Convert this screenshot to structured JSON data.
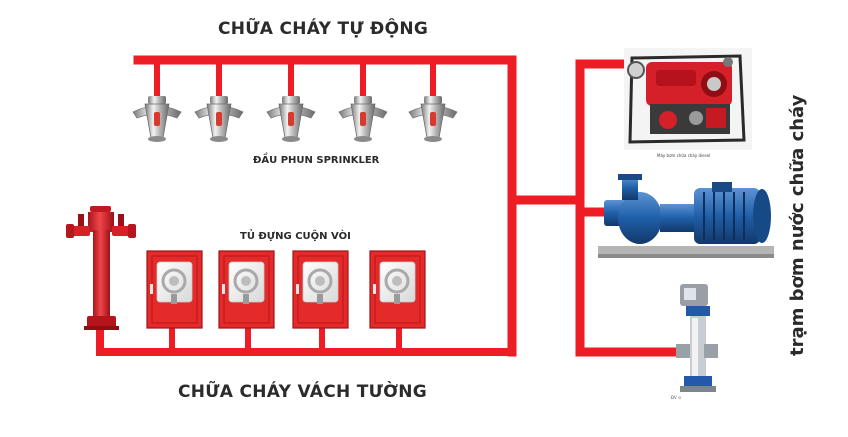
{
  "colors": {
    "pipe": "#ee1c25",
    "cabinet": "#e52a2a",
    "label_text": "#2b2b2b",
    "motor_blue": "#1f5fa8"
  },
  "labels": {
    "automatic_fire": "CHỮA CHÁY TỰ ĐỘNG",
    "sprinkler_heads": "ĐẦU PHUN SPRINKLER",
    "hose_cabinets": "TỦ ĐỰNG CUỘN VÒI",
    "wall_fire": "CHỮA CHÁY VÁCH TƯỜNG",
    "pump_station": "trạm bơm nước chữa cháy"
  },
  "captions": {
    "pump": "Máy bơm chữa cháy diesel",
    "vertical_pump": "ĐV ⊙"
  },
  "components": {
    "sprinklers": [
      "sprinkler-head",
      "sprinkler-head",
      "sprinkler-head",
      "sprinkler-head",
      "sprinkler-head"
    ],
    "cabinets": [
      "hose-cabinet",
      "hose-cabinet",
      "hose-cabinet",
      "hose-cabinet"
    ],
    "hydrant": "fire-hydrant-icon",
    "pumps": [
      "diesel-fire-pump-icon",
      "electric-centrifugal-pump-icon",
      "vertical-multistage-pump-icon"
    ]
  }
}
